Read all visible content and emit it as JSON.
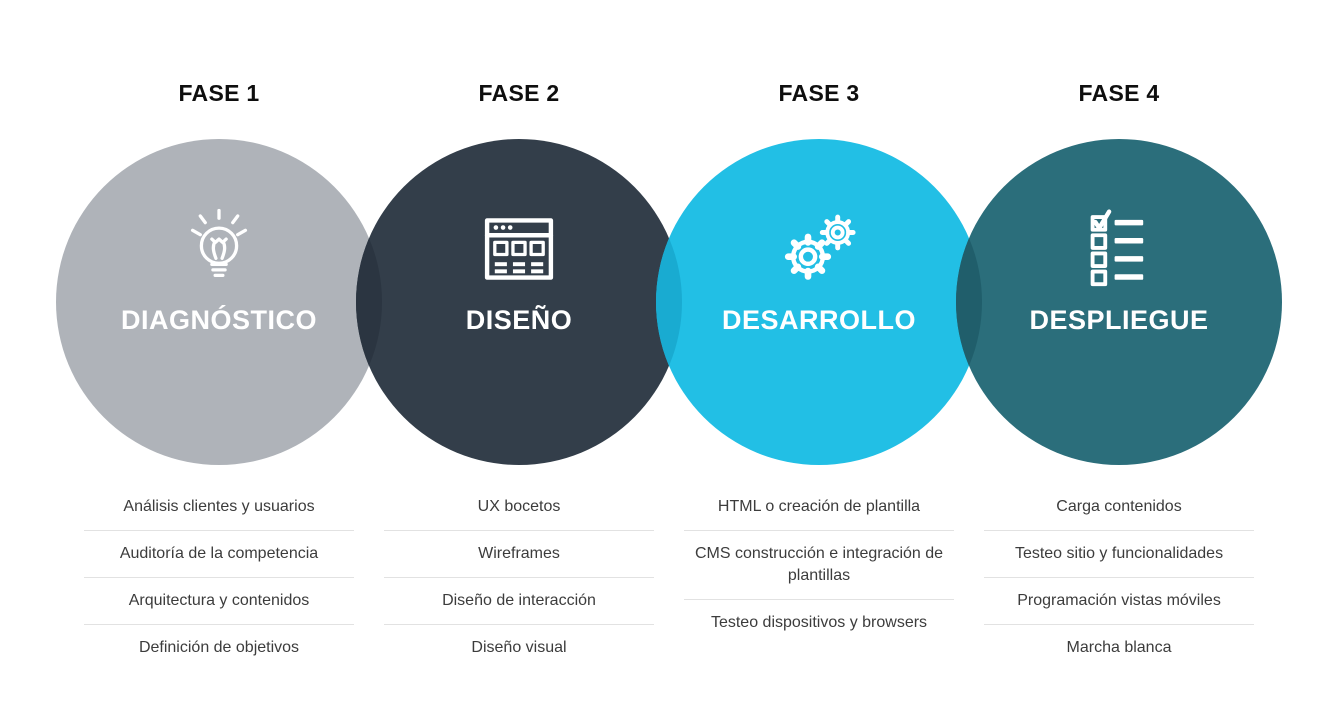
{
  "phases": [
    {
      "fase_label": "FASE 1",
      "title": "DIAGNÓSTICO",
      "icon": "lightbulb-icon",
      "circle_color": "#afb3b9",
      "overlap_color": null,
      "items": [
        "Análisis clientes y usuarios",
        "Auditoría de la competencia",
        "Arquitectura y contenidos",
        "Definición de objetivos"
      ]
    },
    {
      "fase_label": "FASE 2",
      "title": "DISEÑO",
      "icon": "browser-wireframe-icon",
      "circle_color": "#333e4a",
      "overlap_color": "#2b3541",
      "items": [
        "UX bocetos",
        "Wireframes",
        "Diseño de interacción",
        "Diseño visual"
      ]
    },
    {
      "fase_label": "FASE 3",
      "title": "DESARROLLO",
      "icon": "gears-icon",
      "circle_color": "#22bfe5",
      "overlap_color": "#19abd1",
      "items": [
        "HTML o creación de plantilla",
        "CMS construcción e integración de plantillas",
        "Testeo dispositivos y browsers"
      ]
    },
    {
      "fase_label": "FASE 4",
      "title": "DESPLIEGUE",
      "icon": "checklist-icon",
      "circle_color": "#2b6e7b",
      "overlap_color": "#205e6b",
      "items": [
        "Carga contenidos",
        "Testeo sitio y funcionalidades",
        "Programación vistas móviles",
        "Marcha blanca"
      ]
    }
  ],
  "colors": {
    "background": "#ffffff",
    "fase_label_text": "#0e0e0e",
    "circle_title_text": "#ffffff",
    "icon_stroke": "#ffffff",
    "list_text": "#3c3c3c",
    "list_divider": "#e2e2e2"
  }
}
